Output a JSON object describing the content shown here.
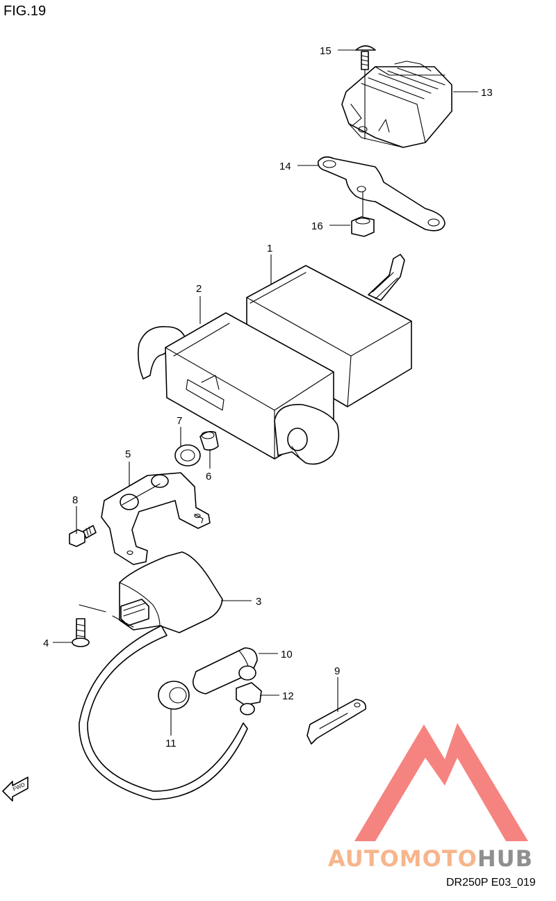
{
  "figure": {
    "title": "FIG.19",
    "code": "DR250P E03_019"
  },
  "watermark": {
    "word_a": "AUTOMOTO",
    "word_b": "HUB",
    "color_a": "#f7b58c",
    "color_b": "#8f8f8f",
    "logo_color": "#f25b57"
  },
  "callouts": [
    "1",
    "2",
    "3",
    "4",
    "5",
    "6",
    "7",
    "8",
    "9",
    "10",
    "11",
    "12",
    "13",
    "14",
    "15",
    "16"
  ],
  "direction_marker": "FWD",
  "colors": {
    "line": "#000000",
    "background": "#ffffff"
  }
}
